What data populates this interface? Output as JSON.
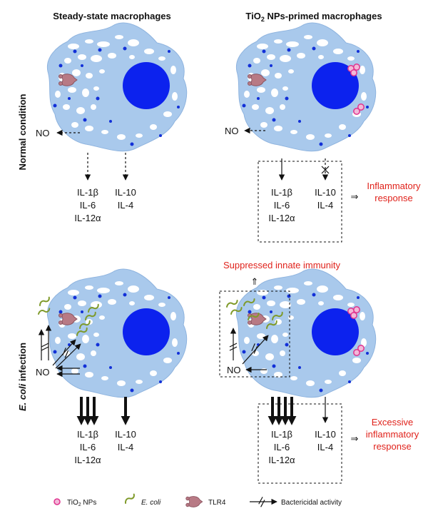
{
  "headers": {
    "left": "Steady-state macrophages",
    "right_prefix": "TiO",
    "right_sub": "2",
    "right_suffix": " NPs-primed macrophages"
  },
  "row_labels": {
    "normal": "Normal condition",
    "infection_italic": "E. coli",
    "infection_rest": " infection"
  },
  "no_label": "NO",
  "cytokines": {
    "pro": [
      "IL-1β",
      "IL-6",
      "IL-12α"
    ],
    "anti": [
      "IL-10",
      "IL-4"
    ]
  },
  "outcomes": {
    "inflammatory": [
      "Inflammatory",
      "response"
    ],
    "suppressed": "Suppressed innate immunity",
    "excessive": [
      "Excessive",
      "inflammatory",
      "response"
    ]
  },
  "implies_symbol": "⇒",
  "up_symbol": "⇑",
  "legend": {
    "tio2_prefix": "TiO",
    "tio2_sub": "2",
    "tio2_suffix": " NPs",
    "ecoli": "E. coli",
    "tlr4": "TLR4",
    "bactericidal": "Bactericidal activity"
  },
  "colors": {
    "cell": "#a9c9ec",
    "nucleus": "#0c22ee",
    "red_text": "#e0221b",
    "nanoparticle": "#e0338f",
    "ecoli": "#7f9a2a",
    "tlr4": "#b87a85"
  }
}
